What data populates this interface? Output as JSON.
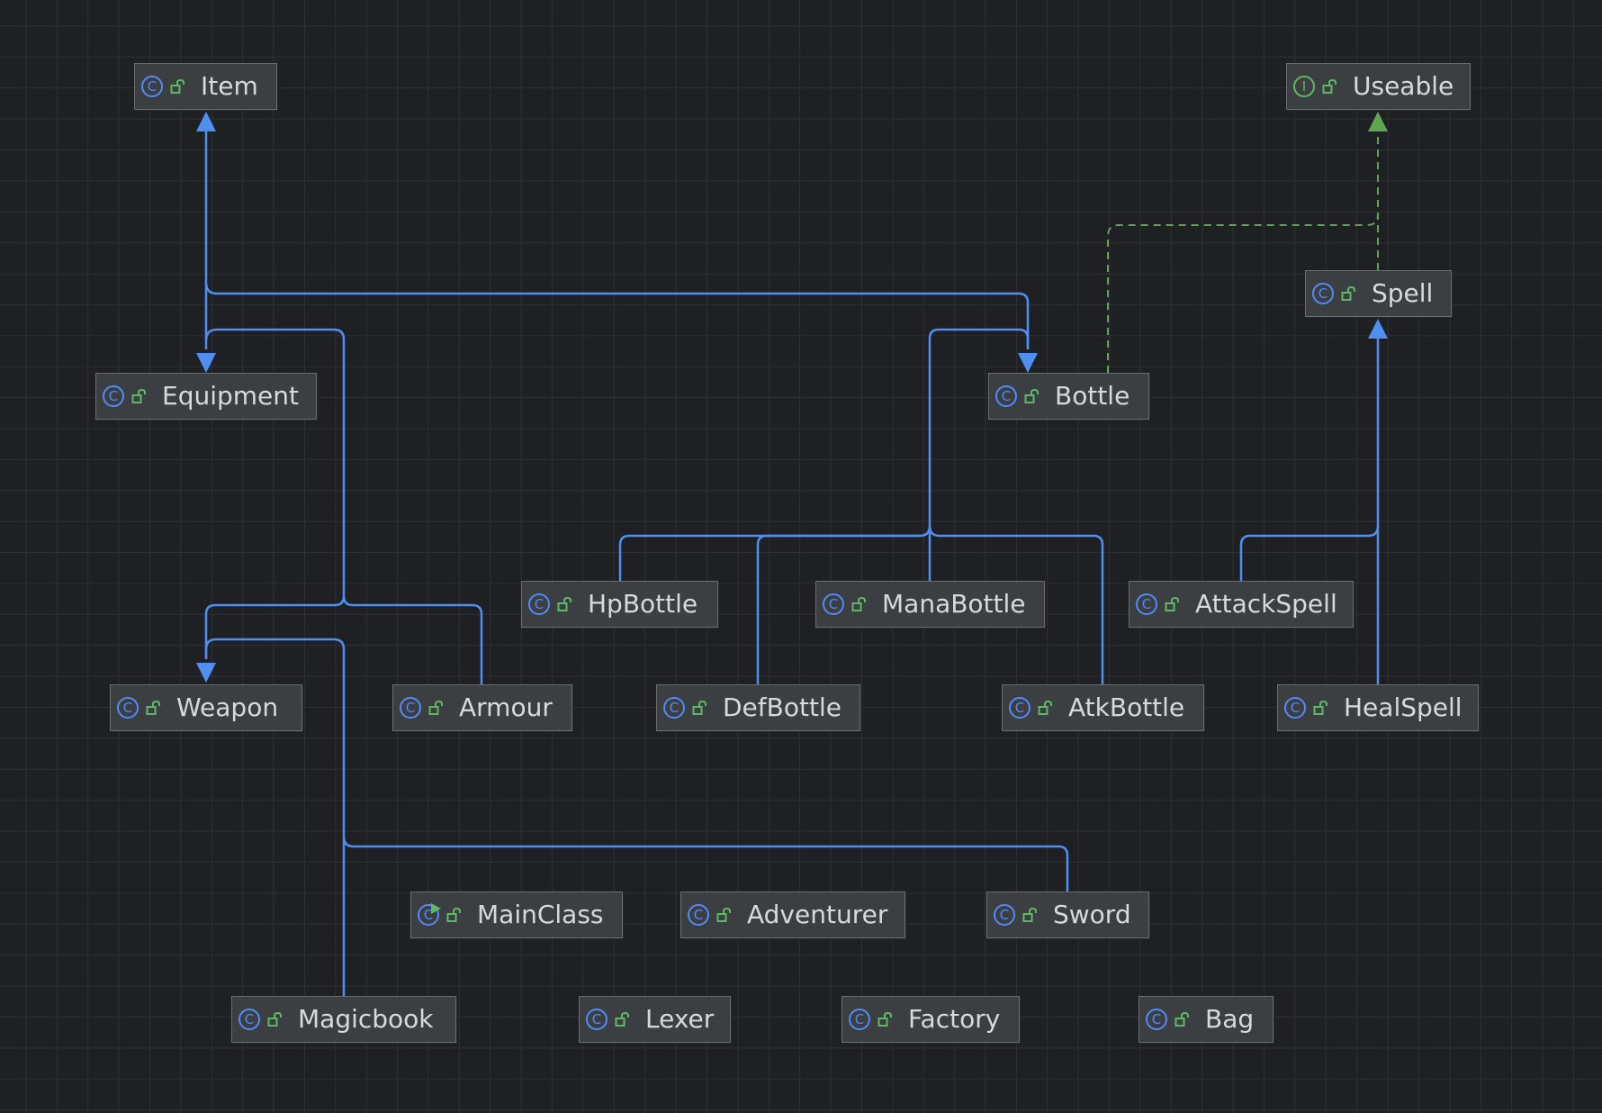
{
  "colors": {
    "background": "#1f2023",
    "node_fill": "#3c3f41",
    "node_border": "#6b6e71",
    "text": "#d7d9dc",
    "class_icon": "#548af7",
    "interface_icon": "#5fb863",
    "extends_edge": "#4f8ff0",
    "implements_edge": "#5fa653"
  },
  "nodes": [
    {
      "name": "Item",
      "kind": "class",
      "icon": "class-icon",
      "glyph": "C"
    },
    {
      "name": "Useable",
      "kind": "interface",
      "icon": "interface-icon",
      "glyph": "I"
    },
    {
      "name": "Spell",
      "kind": "class",
      "icon": "class-icon",
      "glyph": "C"
    },
    {
      "name": "Equipment",
      "kind": "class",
      "icon": "class-icon",
      "glyph": "C"
    },
    {
      "name": "Bottle",
      "kind": "class",
      "icon": "class-icon",
      "glyph": "C"
    },
    {
      "name": "HpBottle",
      "kind": "class",
      "icon": "class-icon",
      "glyph": "C"
    },
    {
      "name": "ManaBottle",
      "kind": "class",
      "icon": "class-icon",
      "glyph": "C"
    },
    {
      "name": "AttackSpell",
      "kind": "class",
      "icon": "class-icon",
      "glyph": "C"
    },
    {
      "name": "Weapon",
      "kind": "class",
      "icon": "class-icon",
      "glyph": "C"
    },
    {
      "name": "Armour",
      "kind": "class",
      "icon": "class-icon",
      "glyph": "C"
    },
    {
      "name": "DefBottle",
      "kind": "class",
      "icon": "class-icon",
      "glyph": "C"
    },
    {
      "name": "AtkBottle",
      "kind": "class",
      "icon": "class-icon",
      "glyph": "C"
    },
    {
      "name": "HealSpell",
      "kind": "class",
      "icon": "class-icon",
      "glyph": "C"
    },
    {
      "name": "MainClass",
      "kind": "class",
      "icon": "runnable-class-icon",
      "glyph": "C"
    },
    {
      "name": "Adventurer",
      "kind": "class",
      "icon": "class-icon",
      "glyph": "C"
    },
    {
      "name": "Sword",
      "kind": "class",
      "icon": "class-icon",
      "glyph": "C"
    },
    {
      "name": "Magicbook",
      "kind": "class",
      "icon": "class-icon",
      "glyph": "C"
    },
    {
      "name": "Lexer",
      "kind": "class",
      "icon": "class-icon",
      "glyph": "C"
    },
    {
      "name": "Factory",
      "kind": "class",
      "icon": "class-icon",
      "glyph": "C"
    },
    {
      "name": "Bag",
      "kind": "class",
      "icon": "class-icon",
      "glyph": "C"
    }
  ],
  "relations": [
    {
      "from": "Equipment",
      "to": "Item",
      "type": "extends"
    },
    {
      "from": "Bottle",
      "to": "Item",
      "type": "extends"
    },
    {
      "from": "Weapon",
      "to": "Equipment",
      "type": "extends"
    },
    {
      "from": "Armour",
      "to": "Equipment",
      "type": "extends"
    },
    {
      "from": "HpBottle",
      "to": "Bottle",
      "type": "extends"
    },
    {
      "from": "ManaBottle",
      "to": "Bottle",
      "type": "extends"
    },
    {
      "from": "DefBottle",
      "to": "Bottle",
      "type": "extends"
    },
    {
      "from": "AtkBottle",
      "to": "Bottle",
      "type": "extends"
    },
    {
      "from": "Sword",
      "to": "Weapon",
      "type": "extends"
    },
    {
      "from": "Magicbook",
      "to": "Weapon",
      "type": "extends"
    },
    {
      "from": "AttackSpell",
      "to": "Spell",
      "type": "extends"
    },
    {
      "from": "HealSpell",
      "to": "Spell",
      "type": "extends"
    },
    {
      "from": "Bottle",
      "to": "Useable",
      "type": "implements"
    },
    {
      "from": "Spell",
      "to": "Useable",
      "type": "implements"
    }
  ]
}
